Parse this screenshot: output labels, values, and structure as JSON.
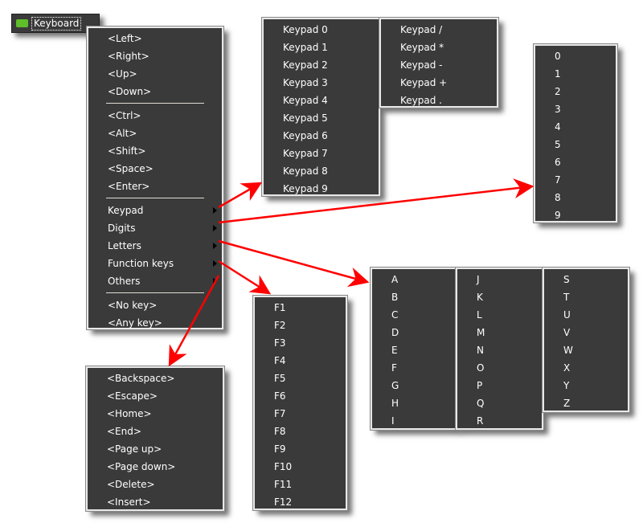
{
  "button": {
    "label": "Keyboard",
    "icon": "keyboard-icon"
  },
  "main_menu": {
    "group1": [
      "<Left>",
      "<Right>",
      "<Up>",
      "<Down>"
    ],
    "group2": [
      "<Ctrl>",
      "<Alt>",
      "<Shift>",
      "<Space>",
      "<Enter>"
    ],
    "submenus": [
      "Keypad",
      "Digits",
      "Letters",
      "Function keys",
      "Others"
    ],
    "group4": [
      "<No key>",
      "<Any key>"
    ]
  },
  "keypad": [
    "Keypad 0",
    "Keypad 1",
    "Keypad 2",
    "Keypad 3",
    "Keypad 4",
    "Keypad 5",
    "Keypad 6",
    "Keypad 7",
    "Keypad 8",
    "Keypad 9"
  ],
  "keypad_ops": [
    "Keypad /",
    "Keypad *",
    "Keypad -",
    "Keypad +",
    "Keypad ."
  ],
  "digits": [
    "0",
    "1",
    "2",
    "3",
    "4",
    "5",
    "6",
    "7",
    "8",
    "9"
  ],
  "letters1": [
    "A",
    "B",
    "C",
    "D",
    "E",
    "F",
    "G",
    "H",
    "I"
  ],
  "letters2": [
    "J",
    "K",
    "L",
    "M",
    "N",
    "O",
    "P",
    "Q",
    "R"
  ],
  "letters3": [
    "S",
    "T",
    "U",
    "V",
    "W",
    "X",
    "Y",
    "Z"
  ],
  "function_keys": [
    "F1",
    "F2",
    "F3",
    "F4",
    "F5",
    "F6",
    "F7",
    "F8",
    "F9",
    "F10",
    "F11",
    "F12"
  ],
  "others": [
    "<Backspace>",
    "<Escape>",
    "<Home>",
    "<End>",
    "<Page up>",
    "<Page down>",
    "<Delete>",
    "<Insert>"
  ],
  "arrow_color": "#ff0000"
}
